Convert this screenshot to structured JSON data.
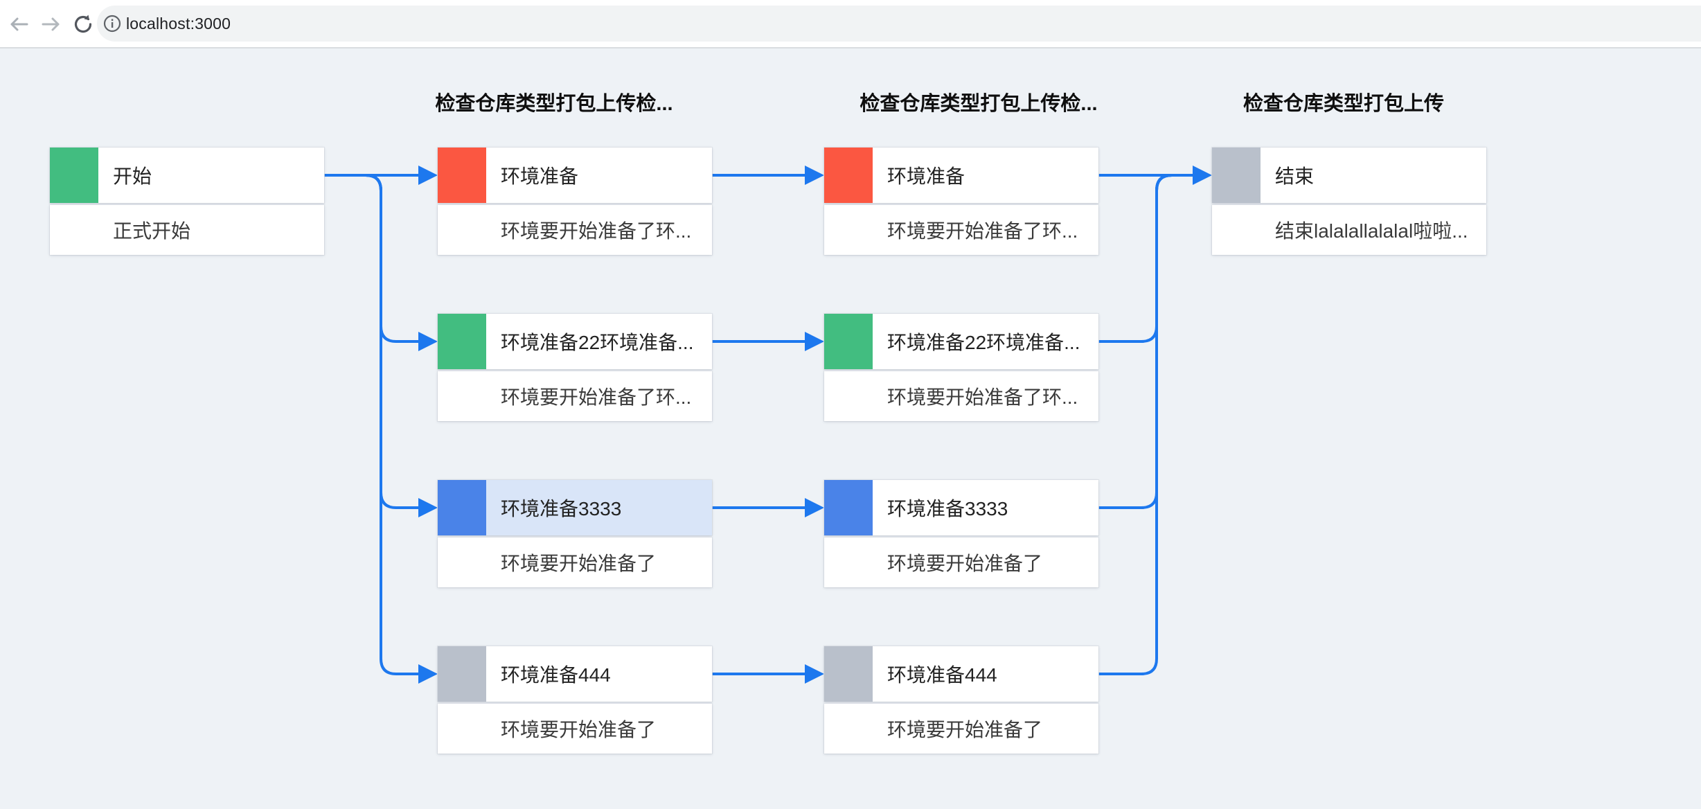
{
  "browser": {
    "url": "localhost:3000",
    "icons": [
      "back-arrow",
      "forward-arrow",
      "reload",
      "page-info"
    ]
  },
  "colors": {
    "green": "#42bd80",
    "red": "#fb5741",
    "blue": "#4a83e8",
    "gray": "#b9c0cb",
    "edge": "#1d78ee",
    "highlight": "#d9e5f8"
  },
  "headers": [
    {
      "text": "检查仓库类型打包上传检..."
    },
    {
      "text": "检查仓库类型打包上传检..."
    },
    {
      "text": "检查仓库类型打包上传"
    }
  ],
  "nodes": [
    {
      "id": "start",
      "title": "开始",
      "body": "正式开始",
      "accent": "green",
      "highlighted": false
    },
    {
      "id": "check1-env",
      "title": "环境准备",
      "body": "环境要开始准备了环...",
      "accent": "red",
      "highlighted": false
    },
    {
      "id": "check1-env22",
      "title": "环境准备22环境准备...",
      "body": "环境要开始准备了环...",
      "accent": "green",
      "highlighted": false
    },
    {
      "id": "check1-env3333",
      "title": "环境准备3333",
      "body": "环境要开始准备了",
      "accent": "blue",
      "highlighted": true
    },
    {
      "id": "check1-env444",
      "title": "环境准备444",
      "body": "环境要开始准备了",
      "accent": "gray",
      "highlighted": false
    },
    {
      "id": "check2-env",
      "title": "环境准备",
      "body": "环境要开始准备了环...",
      "accent": "red",
      "highlighted": false
    },
    {
      "id": "check2-env22",
      "title": "环境准备22环境准备...",
      "body": "环境要开始准备了环...",
      "accent": "green",
      "highlighted": false
    },
    {
      "id": "check2-env3333",
      "title": "环境准备3333",
      "body": "环境要开始准备了",
      "accent": "blue",
      "highlighted": false
    },
    {
      "id": "check2-env444",
      "title": "环境准备444",
      "body": "环境要开始准备了",
      "accent": "gray",
      "highlighted": false
    },
    {
      "id": "end",
      "title": "结束",
      "body": "结束lalalallalalal啦啦...",
      "accent": "gray",
      "highlighted": false
    }
  ],
  "edges": [
    {
      "from": "start",
      "to": "check1-env"
    },
    {
      "from": "start",
      "to": "check1-env22"
    },
    {
      "from": "start",
      "to": "check1-env3333"
    },
    {
      "from": "start",
      "to": "check1-env444"
    },
    {
      "from": "check1-env",
      "to": "check2-env"
    },
    {
      "from": "check1-env22",
      "to": "check2-env22"
    },
    {
      "from": "check1-env3333",
      "to": "check2-env3333"
    },
    {
      "from": "check1-env444",
      "to": "check2-env444"
    },
    {
      "from": "check2-env",
      "to": "end"
    },
    {
      "from": "check2-env22",
      "to": "end"
    },
    {
      "from": "check2-env3333",
      "to": "end"
    },
    {
      "from": "check2-env444",
      "to": "end"
    }
  ]
}
